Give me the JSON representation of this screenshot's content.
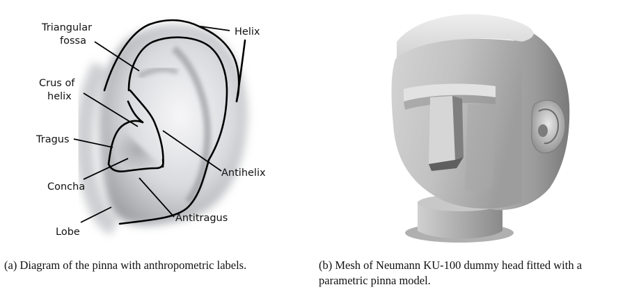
{
  "panel_a": {
    "labels": {
      "triangular_fossa": [
        "Triangular",
        "fossa"
      ],
      "helix": "Helix",
      "crus_of_helix": [
        "Crus of",
        "helix"
      ],
      "tragus": "Tragus",
      "concha": "Concha",
      "antihelix": "Antihelix",
      "antitragus": "Antitragus",
      "lobe": "Lobe"
    },
    "caption": "(a) Diagram of the pinna with anthropometric labels."
  },
  "panel_b": {
    "caption": "(b) Mesh of Neumann KU-100 dummy head fitted with a parametric pinna model."
  },
  "colors": {
    "ear_outline": "#000000",
    "skin_light": "#f2f2f4",
    "skin_mid": "#c9cbcf",
    "skin_dark": "#8e9196",
    "mesh_light": "#e6e6e6",
    "mesh_mid": "#b3b3b3",
    "mesh_dark": "#6f6f6f"
  }
}
